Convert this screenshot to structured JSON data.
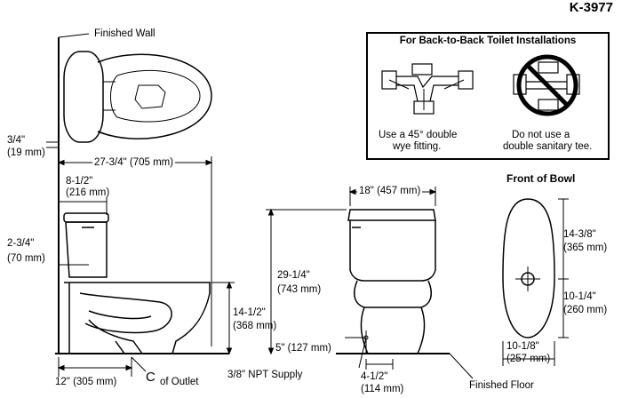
{
  "model": "K-3977",
  "labels": {
    "finished_wall": "Finished Wall",
    "dim_3_4": "3/4\"",
    "dim_3_4_mm": "(19 mm)",
    "dim_27_3_4": "27-3/4\" (705 mm)",
    "dim_8_1_2": "8-1/2\"",
    "dim_8_1_2_mm": "(216 mm)",
    "dim_2_3_4": "2-3/4\"",
    "dim_2_3_4_mm": "(70 mm)",
    "dim_12": "12\" (305 mm)",
    "cl_outlet": "of Outlet",
    "cl_symbol": "C",
    "dim_14_1_2": "14-1/2\"",
    "dim_14_1_2_mm": "(368 mm)",
    "dim_18": "18\" (457 mm)",
    "dim_29_1_4": "29-1/4\"",
    "dim_29_1_4_mm": "(743 mm)",
    "dim_5": "5\" (127 mm)",
    "npt_supply": "3/8\" NPT Supply",
    "dim_4_1_2": "4-1/2\"",
    "dim_4_1_2_mm": "(114 mm)",
    "finished_floor": "Finished Floor"
  },
  "b2b": {
    "title": "For Back-to-Back Toilet Installations",
    "left_line1": "Use a 45° double",
    "left_line2": "wye fitting.",
    "right_line1": "Do not use a",
    "right_line2": "double sanitary tee."
  },
  "bowl": {
    "title": "Front of Bowl",
    "dim_14_3_8": "14-3/8\"",
    "dim_14_3_8_mm": "(365 mm)",
    "dim_10_1_4": "10-1/4\"",
    "dim_10_1_4_mm": "(260 mm)",
    "dim_10_1_8": "10-1/8\"",
    "dim_10_1_8_mm": "(257 mm)"
  }
}
